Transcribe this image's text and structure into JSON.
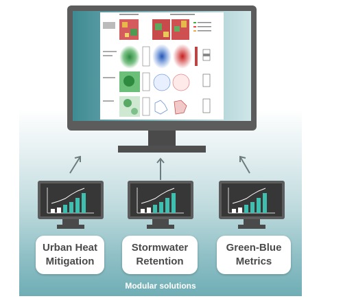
{
  "diagram": {
    "footer_label": "Modular solutions",
    "modules": [
      {
        "label_line1": "Urban Heat",
        "label_line2": "Mitigation"
      },
      {
        "label_line1": "Stormwater",
        "label_line2": "Retention"
      },
      {
        "label_line1": "Green-Blue",
        "label_line2": "Metrics"
      }
    ],
    "monitor_icon": "bar-chart-trend-icon",
    "arrow_icon": "up-arrow-icon"
  },
  "colors": {
    "monitor_frame": "#5c5c5c",
    "screen_background": "#373737",
    "bar_fill": "#3fbfb0",
    "bar_white": "#ffffff",
    "panel_bottom": "#6fadb5",
    "label_text": "#4a4a4a",
    "footer_text": "#ffffff"
  }
}
